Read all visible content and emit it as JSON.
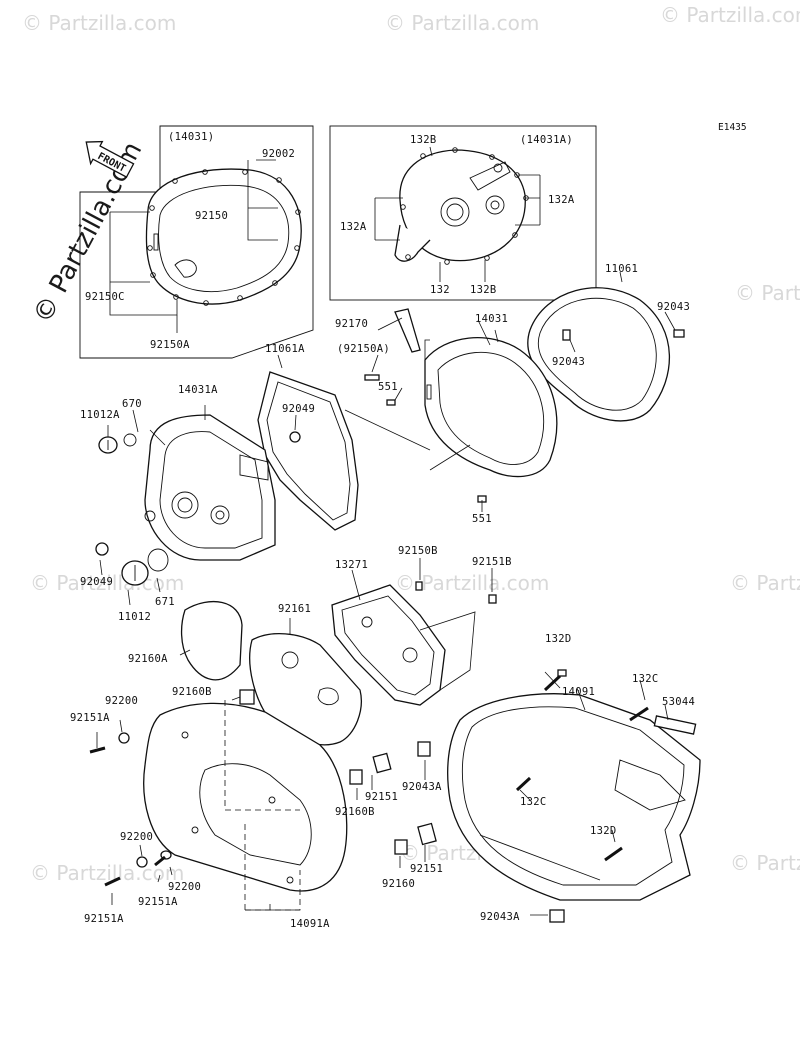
{
  "diagram_code": "E1435",
  "watermark": "© Partzilla.com",
  "front_label": "FRONT",
  "labels": {
    "p14031_ref": "(14031)",
    "p92002": "92002",
    "p92150": "92150",
    "p92150C": "92150C",
    "p92150A_box": "92150A",
    "p14031A_ref": "(14031A)",
    "p132B_top": "132B",
    "p132A_right": "132A",
    "p132A_left": "132A",
    "p132_bottom": "132",
    "p132B_bottom": "132B",
    "p11061": "11061",
    "p92043_right": "92043",
    "p92043_mid": "92043",
    "p14031": "14031",
    "p92170": "92170",
    "p92150A_ref": "(92150A)",
    "p551_top": "551",
    "p551_bottom": "551",
    "p11061A": "11061A",
    "p92049_top": "92049",
    "p14031A": "14031A",
    "p670": "670",
    "p11012A": "11012A",
    "p92049_bottom": "92049",
    "p671": "671",
    "p11012": "11012",
    "p13271": "13271",
    "p92150B": "92150B",
    "p92151B": "92151B",
    "p92161": "92161",
    "p92160A": "92160A",
    "p132D_top": "132D",
    "p132C_top": "132C",
    "p14091": "14091",
    "p53044": "53044",
    "p92200_top": "92200",
    "p92160B_top": "92160B",
    "p92151A_top": "92151A",
    "p92043A_mid": "92043A",
    "p132C_mid": "132C",
    "p92151_mid": "92151",
    "p92160B_mid": "92160B",
    "p132D_bottom": "132D",
    "p92200_mid": "92200",
    "p92200_bottom": "92200",
    "p92151_bottom": "92151",
    "p92160": "92160",
    "p92151A_mid": "92151A",
    "p92151A_bottom": "92151A",
    "p14091A": "14091A",
    "p92043A_bottom": "92043A"
  }
}
